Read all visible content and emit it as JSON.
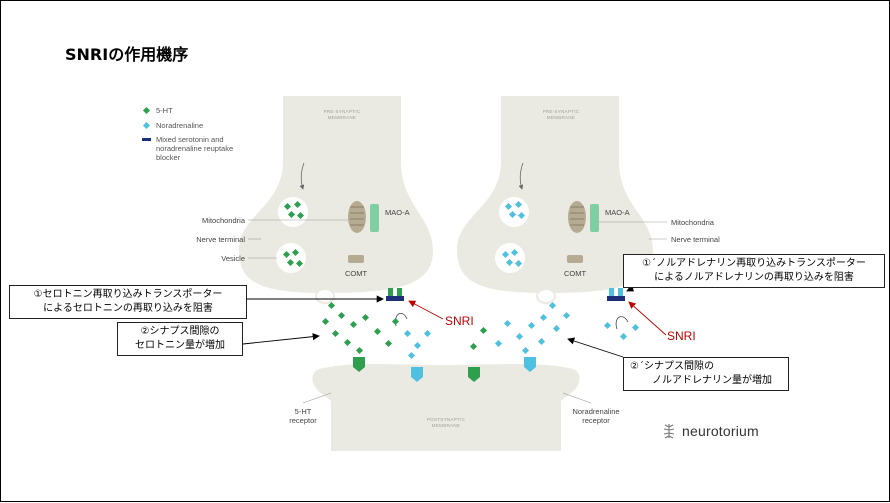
{
  "title": "SNRIの作用機序",
  "legend": {
    "items": [
      {
        "label": "5-HT",
        "color": "#2e9e4f"
      },
      {
        "label": "Noradrenaline",
        "color": "#4fc1e0"
      },
      {
        "label": "Mixed serotonin and",
        "color": "#1e2f7a"
      },
      {
        "label": "noradrenaline reuptake"
      },
      {
        "label": "blocker"
      }
    ]
  },
  "membranes": {
    "pre_left_1": "PRE-SYNAPTIC",
    "pre_left_2": "MEMBRANE",
    "pre_right_1": "PRE-SYNAPTIC",
    "pre_right_2": "MEMBRANE",
    "post_1": "POSTSYNAPTIC",
    "post_2": "MEMBRANE"
  },
  "labels": {
    "mitochondria_left": "Mitochondria",
    "nerve_terminal_left": "Nerve terminal",
    "vesicle": "Vesicle",
    "mao_left": "MAO-A",
    "comt_left": "COMT",
    "mao_right": "MAO-A",
    "comt_right": "COMT",
    "mitochondria_right": "Mitochondria",
    "nerve_terminal_right": "Nerve terminal",
    "receptor_5ht_1": "5-HT",
    "receptor_5ht_2": "receptor",
    "receptor_na_1": "Noradrenaline",
    "receptor_na_2": "receptor"
  },
  "callouts": {
    "left_block_1": "①セロトニン再取り込みトランスポーター",
    "left_block_2": "によるセロトニンの再取り込みを阻害",
    "left_increase_1": "②シナプス間隙の",
    "left_increase_2": "セロトニン量が増加",
    "right_block_1": "①´ノルアドレナリン再取り込みトランスポーター",
    "right_block_2": "によるノルアドレナリンの再取り込みを阻害",
    "right_increase_1": "②´シナプス間隙の",
    "right_increase_2": "ノルアドレナリン量が増加",
    "snri_left": "SNRI",
    "snri_right": "SNRI"
  },
  "brand": {
    "name": "neurotorium"
  },
  "colors": {
    "serotonin": "#2e9e4f",
    "noradrenaline": "#4fc1e0",
    "blocker": "#1e2f7a",
    "mao": "#7fcfa3",
    "arrow_red": "#c00000",
    "neuron_fill": "#ebeae2"
  }
}
